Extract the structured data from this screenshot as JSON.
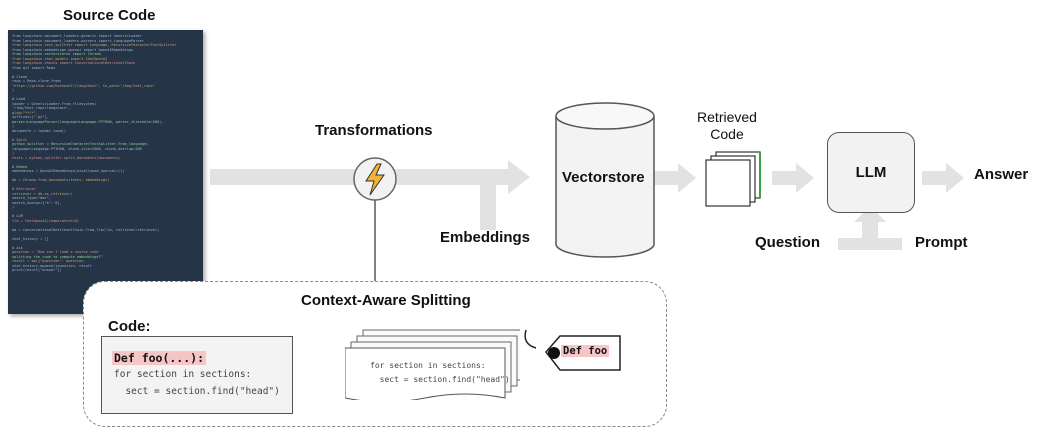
{
  "titles": {
    "source_code": "Source Code",
    "transformations": "Transformations",
    "embeddings": "Embeddings",
    "vectorstore": "Vectorstore",
    "retrieved_code": "Retrieved\nCode",
    "llm": "LLM",
    "answer": "Answer",
    "question": "Question",
    "prompt": "Prompt",
    "context_aware_splitting": "Context-Aware Splitting",
    "code_label": "Code:"
  },
  "source_code_lines": [
    "from langchain.document_loaders.generic import GenericLoader",
    "from langchain.document_loaders.parsers import LanguageParser",
    "from langchain.text_splitter import Language, RecursiveCharacterTextSplitter",
    "from langchain.embeddings.openai import OpenAIEmbeddings",
    "from langchain.vectorstores import Chroma",
    "from langchain.chat_models import ChatOpenAI",
    "from langchain.chains import ConversationalRetrievalChain",
    "from git import Repo",
    "",
    "# Clone",
    "repo = Repo.clone_from(",
    "  \"https://github.com/hwchase17/langchain\", to_path=\"/tmp/test_repo\"",
    ")",
    "",
    "# Load",
    "loader = GenericLoader.from_filesystem(",
    "    \"/tmp/test_repo/langchain\",",
    "    glob=\"**/*\",",
    "    suffixes=[\".py\"],",
    "    parser=LanguageParser(language=Language.PYTHON, parser_threshold=500),",
    ")",
    "documents = loader.load()",
    "",
    "# Split",
    "python_splitter = RecursiveCharacterTextSplitter.from_language(",
    "    language=Language.PYTHON, chunk_size=2000, chunk_overlap=200",
    ")",
    "texts = python_splitter.split_documents(documents)",
    "",
    "# Embed",
    "embeddings = OpenAIEmbeddings(disallowed_special=())",
    "",
    "db = Chroma.from_documents(texts, embeddings)",
    "",
    "# Retriever",
    "retriever = db.as_retriever(",
    "    search_type=\"mmr\",",
    "    search_kwargs={\"k\": 8},",
    ")",
    "",
    "# LLM",
    "llm = ChatOpenAI(temperature=0)",
    "",
    "qa = ConversationalRetrievalChain.from_llm(llm, retriever=retriever)",
    "",
    "chat_history = []",
    "",
    "# Ask",
    "question = \"How can I load a source code",
    "splitting the code to compute embeddings?\"",
    "result = qa({\"question\": question,",
    "chat_history.append((question, result",
    "print(result[\"answer\"])"
  ],
  "code_example": {
    "def_line": "Def foo(...):",
    "line2": "for section in sections:",
    "line3": "  sect = section.find(\"head\")"
  },
  "split_doc": {
    "line1": "for section in sections:",
    "line2": "  sect = section.find(\"head\")"
  },
  "tag": {
    "text": "Def foo"
  },
  "colors": {
    "arrow_gray": "#e2e2e2",
    "code_bg": "#253446",
    "highlight": "#f6c6c6",
    "lightning": "#f2b233"
  }
}
